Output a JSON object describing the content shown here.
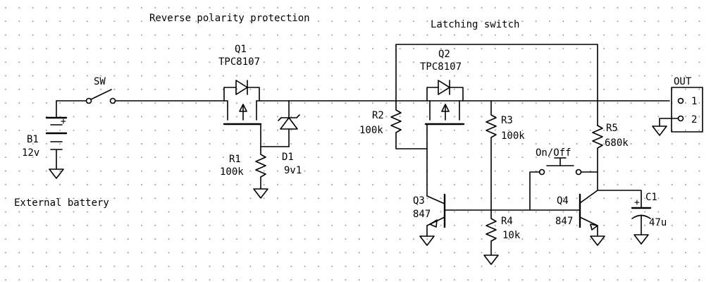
{
  "sections": {
    "protection": "Reverse polarity protection",
    "latching": "Latching switch",
    "battery": "External battery"
  },
  "components": {
    "battery": {
      "ref": "B1",
      "value": "12v",
      "plus": "+"
    },
    "switch": {
      "ref": "SW"
    },
    "q1": {
      "ref": "Q1",
      "value": "TPC8107"
    },
    "q2": {
      "ref": "Q2",
      "value": "TPC8107"
    },
    "r1": {
      "ref": "R1",
      "value": "100k"
    },
    "d1": {
      "ref": "D1",
      "value": "9v1"
    },
    "r2": {
      "ref": "R2",
      "value": "100k"
    },
    "r3": {
      "ref": "R3",
      "value": "100k"
    },
    "r4": {
      "ref": "R4",
      "value": "10k"
    },
    "r5": {
      "ref": "R5",
      "value": "680k"
    },
    "q3": {
      "ref": "Q3",
      "value": "847"
    },
    "q4": {
      "ref": "Q4",
      "value": "847"
    },
    "c1": {
      "ref": "C1",
      "value": "47u",
      "plus": "+"
    },
    "onoff": {
      "label": "On/Off"
    },
    "out": {
      "label": "OUT",
      "pin1": "1",
      "pin2": "2"
    }
  },
  "colors": {
    "grid_dot": "#9a9a9a",
    "ink": "#000000",
    "background": "#ffffff"
  }
}
